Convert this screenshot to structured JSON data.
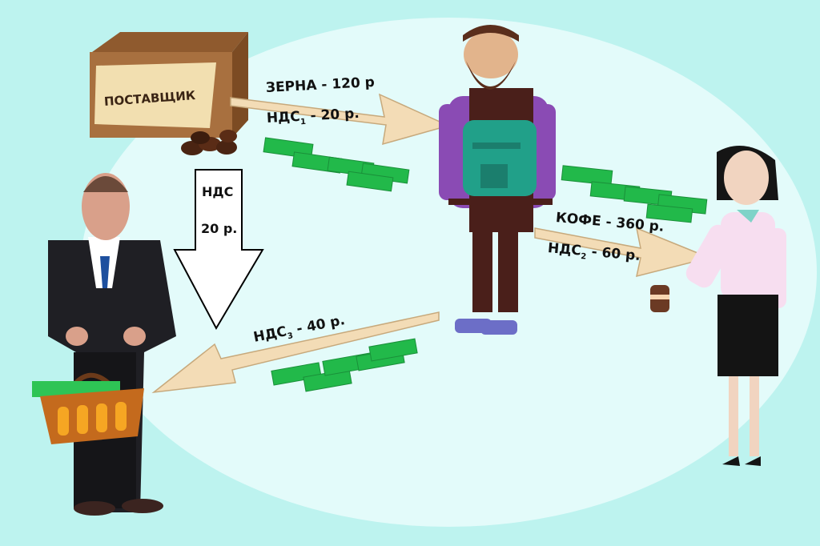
{
  "box": {
    "label": "ПОСТАВЩИК"
  },
  "flows": {
    "grains_label": "ЗЕРНА - 120 р",
    "vat1_prefix": "НДС",
    "vat1_sub": "1",
    "vat1_suffix": " - 20 р.",
    "coffee_label": "КОФЕ - 360 р.",
    "vat2_prefix": "НДС",
    "vat2_sub": "2",
    "vat2_suffix": " - 60 р.",
    "vat3_prefix": "НДС",
    "vat3_sub": "3",
    "vat3_suffix": " - 40 р.",
    "down_label": "НДС",
    "down_amount": "20 р."
  },
  "colors": {
    "background": "#bdf3ef",
    "oval": "#e3fbfa",
    "arrow_fill": "#f3dcb6",
    "arrow_stroke": "#c7a97c",
    "money": "#22b94a",
    "box": "#a8703f",
    "apron": "#21a089",
    "sweater": "#8a4bb4"
  }
}
